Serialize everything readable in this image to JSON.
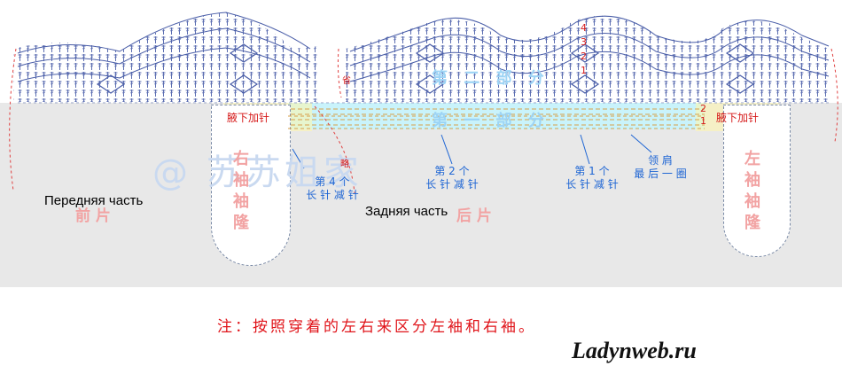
{
  "diagram": {
    "armpit_left": "腋下加针",
    "armpit_right": "腋下加针",
    "watermark": "@ 苏苏姐家",
    "part_two": "第 二 部 分",
    "part_one": "第 一 部 分",
    "abbrev_left": "省",
    "abbrev_mid": "略",
    "row_numbers_top": [
      "4",
      "3",
      "2",
      "1"
    ],
    "row_numbers_right": [
      "2",
      "1"
    ],
    "decrease_4": [
      "第 4 个",
      "长 针 减 针"
    ],
    "decrease_2": [
      "第 2 个",
      "长 针 减 针"
    ],
    "decrease_1": [
      "第 1 个",
      "长 针 减 针"
    ],
    "neckline": [
      "领 肩",
      "最 后 一 圈"
    ],
    "right_sleeve": "右袖袖隆",
    "left_sleeve": "左袖袖隆",
    "front_piece_cn": "前 片",
    "back_piece_cn": "后 片",
    "front_piece_ru": "Передняя часть",
    "back_piece_ru": "Задняя часть"
  },
  "note": "注：按照穿着的左右来区分左袖和右袖。",
  "signature": "Ladynweb.ru",
  "colors": {
    "grid_blue": "#4a5ea8",
    "label_blue": "#1f66d4",
    "label_red": "#d61a1a",
    "band_grey": "#e8e8e8",
    "band_cyan": "#c9f3fb"
  }
}
